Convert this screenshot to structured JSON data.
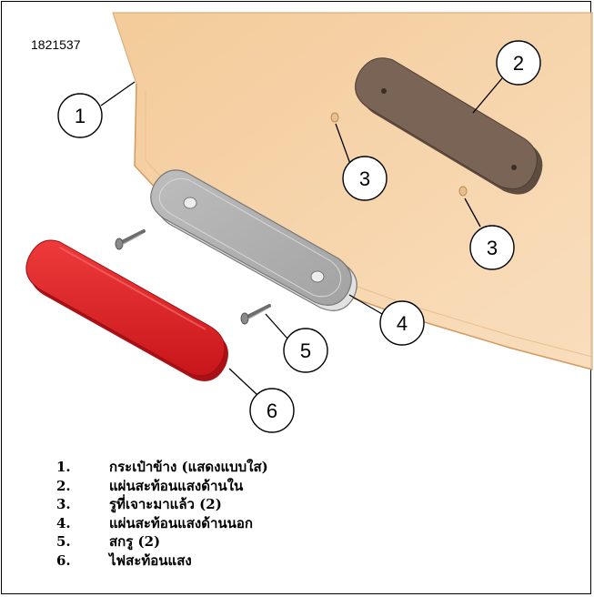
{
  "figure_id": "1821537",
  "callouts": [
    "1",
    "2",
    "3",
    "3",
    "4",
    "5",
    "6"
  ],
  "legend": [
    {
      "num": "1.",
      "text": "กระเป๋าข้าง (แสดงแบบใส)"
    },
    {
      "num": "2.",
      "text": "แผ่นสะท้อนแสงด้านใน"
    },
    {
      "num": "3.",
      "text": "รูที่เจาะมาแล้ว (2)"
    },
    {
      "num": "4.",
      "text": "แผ่นสะท้อนแสงด้านนอก"
    },
    {
      "num": "5.",
      "text": "สกรู (2)"
    },
    {
      "num": "6.",
      "text": "ไฟสะท้อนแสง"
    }
  ],
  "colors": {
    "saddlebag": "#f5cfa0",
    "inner_plate": "#6b5648",
    "outer_plate": "#c9c9c9",
    "reflector": "#d81f23"
  }
}
